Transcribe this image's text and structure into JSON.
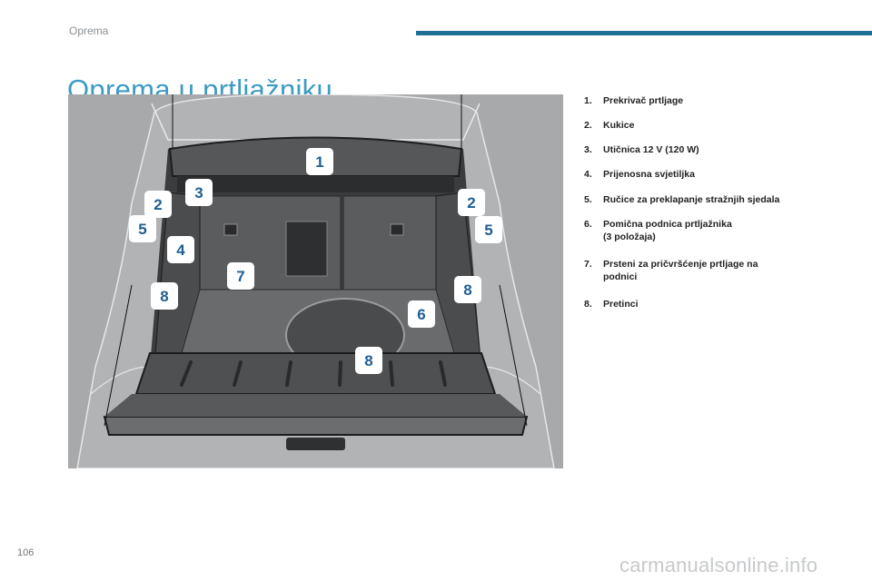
{
  "header": {
    "section": "Oprema"
  },
  "title": "Oprema u prtljažniku",
  "figure": {
    "callouts": [
      "1",
      "2",
      "3",
      "2",
      "5",
      "5",
      "4",
      "7",
      "8",
      "8",
      "6",
      "8"
    ]
  },
  "legend": [
    {
      "number": "1.",
      "text": "Prekrivač prtljage"
    },
    {
      "number": "2.",
      "text": "Kukice"
    },
    {
      "number": "3.",
      "text": "Utičnica 12 V (120 W)"
    },
    {
      "number": "4.",
      "text": "Prijenosna svjetiljka"
    },
    {
      "number": "5.",
      "text": "Ručice za preklapanje stražnjih sjedala"
    },
    {
      "number": "6.",
      "text": "Pomična podnica prtljažnika\n(3 položaja)"
    },
    {
      "number": "7.",
      "text": "Prsteni za pričvršćenje prtljage na\npodnici"
    },
    {
      "number": "8.",
      "text": "Pretinci"
    }
  ],
  "footer": {
    "page_number": "106",
    "watermark": "carmanualsonline.info"
  },
  "colors": {
    "accent": "#3d9bc4",
    "rule": "#1f6e93",
    "callout": "#1f5f93"
  }
}
